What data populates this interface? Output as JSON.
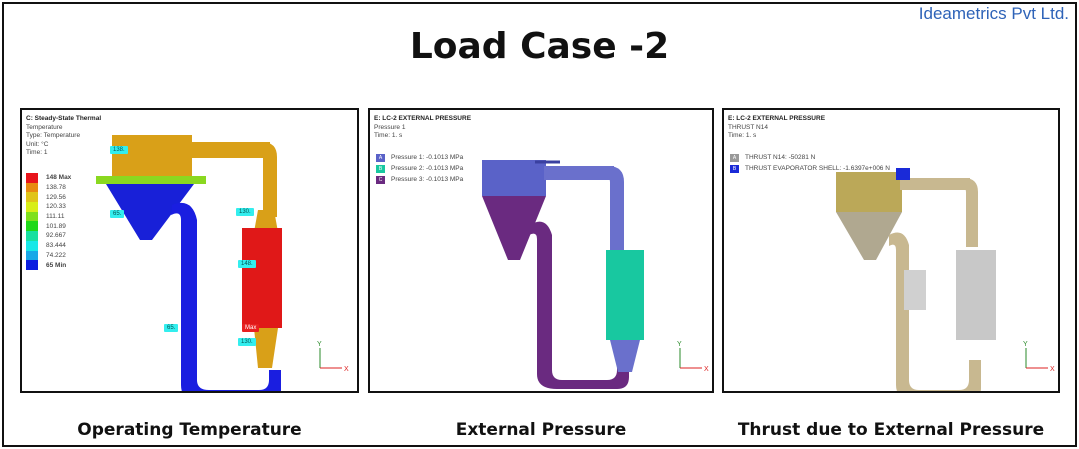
{
  "brand": "Ideametrics Pvt Ltd.",
  "title": "Load Case -2",
  "panels": [
    {
      "header": [
        "C: Steady-State Thermal",
        "Temperature",
        "Type: Temperature",
        "Unit: °C",
        "Time: 1"
      ],
      "legend": [
        {
          "label": "148 Max",
          "color": "#e8141b"
        },
        {
          "label": "138.78",
          "color": "#e88a10"
        },
        {
          "label": "129.56",
          "color": "#e0c418"
        },
        {
          "label": "120.33",
          "color": "#d8ee18"
        },
        {
          "label": "111.11",
          "color": "#7ee01c"
        },
        {
          "label": "101.89",
          "color": "#1ed818"
        },
        {
          "label": "92.667",
          "color": "#18e0a0"
        },
        {
          "label": "83.444",
          "color": "#18e8e8"
        },
        {
          "label": "74.222",
          "color": "#18a8e8"
        },
        {
          "label": "65 Min",
          "color": "#0a1ee0"
        }
      ],
      "probes": [
        "138.",
        "65.",
        "130.",
        "148.",
        "65.",
        "Max",
        "130."
      ],
      "caption": "Operating Temperature"
    },
    {
      "header": [
        "E: LC-2 EXTERNAL PRESSURE",
        "Pressure 1",
        "Time: 1. s"
      ],
      "legend": [
        {
          "key": "A",
          "label": "Pressure 1: -0.1013 MPa",
          "color": "#5a62c8"
        },
        {
          "key": "B",
          "label": "Pressure 2: -0.1013 MPa",
          "color": "#18c8a0"
        },
        {
          "key": "C",
          "label": "Pressure 3: -0.1013 MPa",
          "color": "#6a2a80"
        }
      ],
      "caption": "External Pressure"
    },
    {
      "header": [
        "E: LC-2 EXTERNAL PRESSURE",
        "THRUST N14",
        "Time: 1. s"
      ],
      "legend": [
        {
          "key": "A",
          "label": "THRUST N14: -50281 N",
          "color": "#999"
        },
        {
          "key": "B",
          "label": "THRUST EVAPORATOR SHELL: -1.6397e+006 N",
          "color": "#1a2ad8"
        }
      ],
      "caption": "Thrust due to External Pressure"
    }
  ],
  "axis": {
    "x": "X",
    "y": "Y"
  }
}
